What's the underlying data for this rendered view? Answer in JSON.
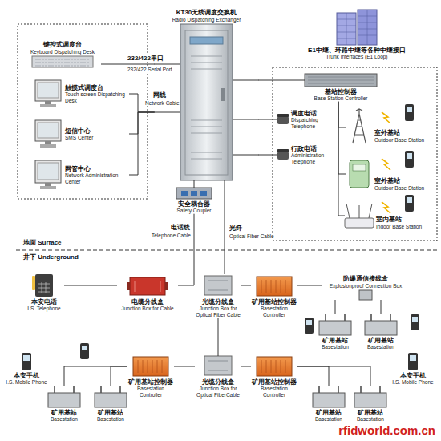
{
  "diagram": {
    "nodes": [
      {
        "text": [
          "KT30无线调度交换机",
          "Radio Dispatching Exchanger"
        ]
      },
      {
        "text": [
          "E1中继、环路中继等各种中继接口",
          "Trunk Interfaces (E1 Loop)"
        ]
      },
      {
        "text": [
          "键控式调度台",
          "Keyboard Dispatching Desk"
        ]
      },
      {
        "text": [
          "触摸式调度台",
          "Touch-screen Dispatching Desk"
        ]
      },
      {
        "text": [
          "短信中心",
          "SMS Center"
        ]
      },
      {
        "text": [
          "网管中心",
          "Network Administration Center"
        ]
      },
      {
        "text": [
          "基站控制器",
          "Base Station Controller"
        ]
      },
      {
        "text": [
          "调度电话",
          "Dispatching Telephone"
        ]
      },
      {
        "text": [
          "室外基站",
          "Outdoor Base Station"
        ]
      },
      {
        "text": [
          "行政电话",
          "Administration Telephone"
        ]
      },
      {
        "text": [
          "室外基站",
          "Outdoor Base Station"
        ]
      },
      {
        "text": [
          "室内基站",
          "Indoor Base Station"
        ]
      },
      {
        "text": [
          "安全耦合器",
          "Safety Coupler"
        ]
      },
      {
        "text": [
          "本安电话",
          "I.S. Telephone"
        ]
      },
      {
        "text": [
          "电缆分线盒",
          "Junction Box for Cable"
        ]
      },
      {
        "text": [
          "光缆分线盒",
          "Junction Box for Optical Fiber Cable"
        ]
      },
      {
        "text": [
          "矿用基站控制器",
          "Basestation Controller"
        ]
      },
      {
        "text": [
          "防爆通信接线盒",
          "Explosionproof Connection Box"
        ]
      },
      {
        "text": [
          "矿用基站",
          "Basestation"
        ]
      },
      {
        "text": [
          "矿用基站",
          "Basestation"
        ]
      },
      {
        "text": [
          "本安手机",
          "I.S. Mobile Phone"
        ]
      },
      {
        "text": [
          "矿用基站控制器",
          "Basestation Controller"
        ]
      },
      {
        "text": [
          "光缆分线盒",
          "Junction Box for Optical FiberCable"
        ]
      },
      {
        "text": [
          "矿用基站控制器",
          "Basestation Controller"
        ]
      },
      {
        "text": [
          "矿用基站",
          "Basestation"
        ]
      },
      {
        "text": [
          "矿用基站",
          "Basestation"
        ]
      },
      {
        "text": [
          "矿用基站",
          "Basestation"
        ]
      },
      {
        "text": [
          "矿用基站",
          "Basestation"
        ]
      },
      {
        "text": [
          "本安手机",
          "I.S. Mobile Phone"
        ]
      }
    ],
    "edges": [
      {
        "from": 0,
        "to": 2,
        "label": "232/422串口",
        "arrow": "none"
      },
      {
        "from": 0,
        "to": 3,
        "label": "网线",
        "arrow": "none"
      },
      {
        "from": 0,
        "to": 4,
        "arrow": "none"
      },
      {
        "from": 0,
        "to": 5,
        "arrow": "none"
      },
      {
        "from": 0,
        "to": 6,
        "arrow": "none"
      },
      {
        "from": 0,
        "to": 7,
        "arrow": "none"
      },
      {
        "from": 0,
        "to": 9,
        "arrow": "none"
      },
      {
        "from": 6,
        "to": 8,
        "arrow": "none"
      },
      {
        "from": 6,
        "to": 10,
        "arrow": "none"
      },
      {
        "from": 6,
        "to": 11,
        "arrow": "none"
      },
      {
        "from": 0,
        "to": 12,
        "arrow": "none"
      },
      {
        "from": 0,
        "to": 15,
        "label": "光纤",
        "arrow": "none"
      },
      {
        "from": 12,
        "to": 14,
        "label": "电话线",
        "arrow": "none"
      },
      {
        "from": 13,
        "to": 14,
        "arrow": "none"
      },
      {
        "from": 15,
        "to": 16,
        "arrow": "none"
      },
      {
        "from": 16,
        "to": 17,
        "arrow": "none"
      },
      {
        "from": 17,
        "to": 18,
        "arrow": "none"
      },
      {
        "from": 17,
        "to": 19,
        "arrow": "none"
      },
      {
        "from": 15,
        "to": 22,
        "arrow": "none"
      },
      {
        "from": 22,
        "to": 21,
        "arrow": "none"
      },
      {
        "from": 22,
        "to": 23,
        "arrow": "none"
      },
      {
        "from": 21,
        "to": 24,
        "arrow": "none"
      },
      {
        "from": 21,
        "to": 25,
        "arrow": "none"
      },
      {
        "from": 23,
        "to": 26,
        "arrow": "none"
      },
      {
        "from": 23,
        "to": 27,
        "arrow": "none"
      }
    ],
    "labels": [
      "232/422 Serial Port",
      "Network Cable",
      "Telephone Cable",
      "Optical Fiber Cable",
      "地面 Surface",
      "井下 Underground",
      "rfidworld.com.cn"
    ]
  }
}
